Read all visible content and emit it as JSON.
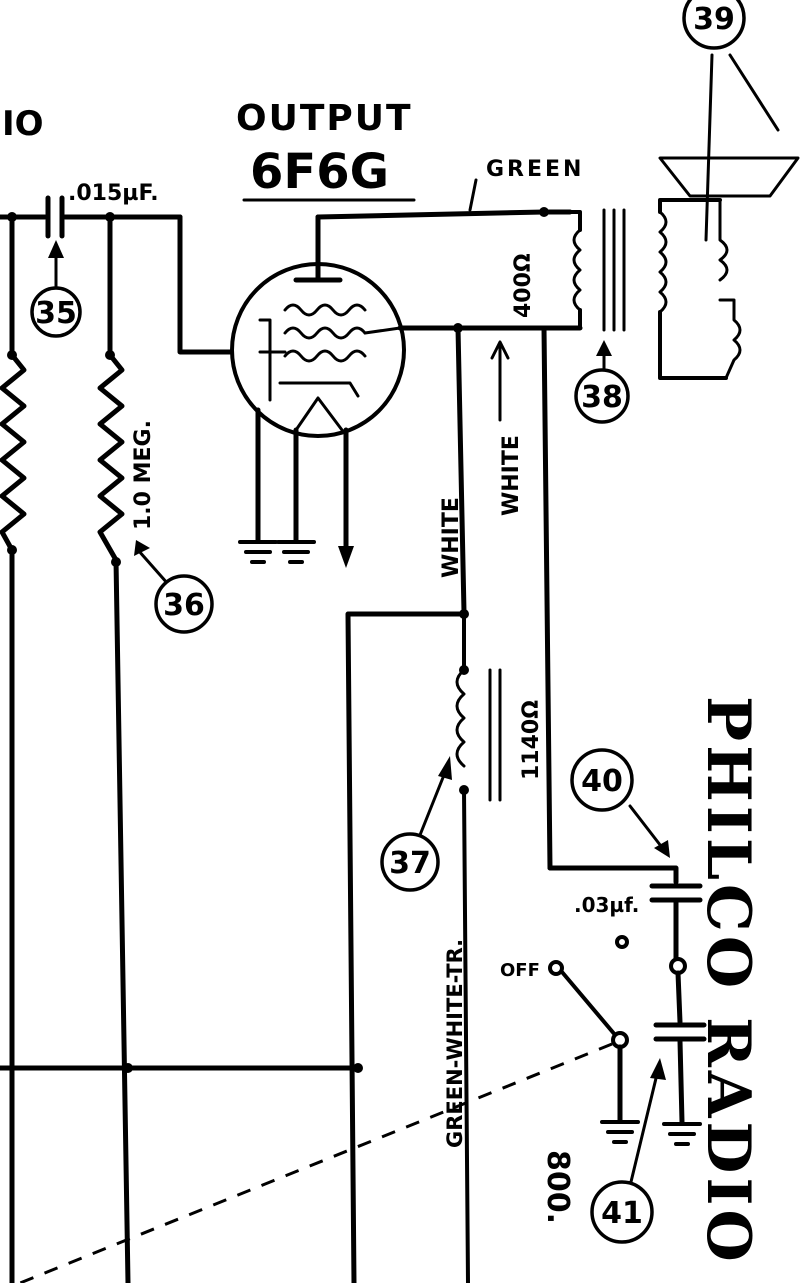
{
  "labels": {
    "partial_left": "IO",
    "output_title": "OUTPUT",
    "tube_type": "6F6G",
    "green": "GREEN",
    "c35_value": ".015µF.",
    "r36_value": "1.0 MEG.",
    "primary_resistance": "400Ω",
    "white_1": "WHITE",
    "white_2": "WHITE",
    "choke_resistance": "1140Ω",
    "green_white_tr": "GREEN-WHITE-TR.",
    "c40_value": ".03µf.",
    "off": "OFF",
    "brand": "PHILCO RADIO",
    "partial_bottom": "800."
  },
  "callouts": [
    "35",
    "36",
    "37",
    "38",
    "39",
    "40",
    "41"
  ]
}
